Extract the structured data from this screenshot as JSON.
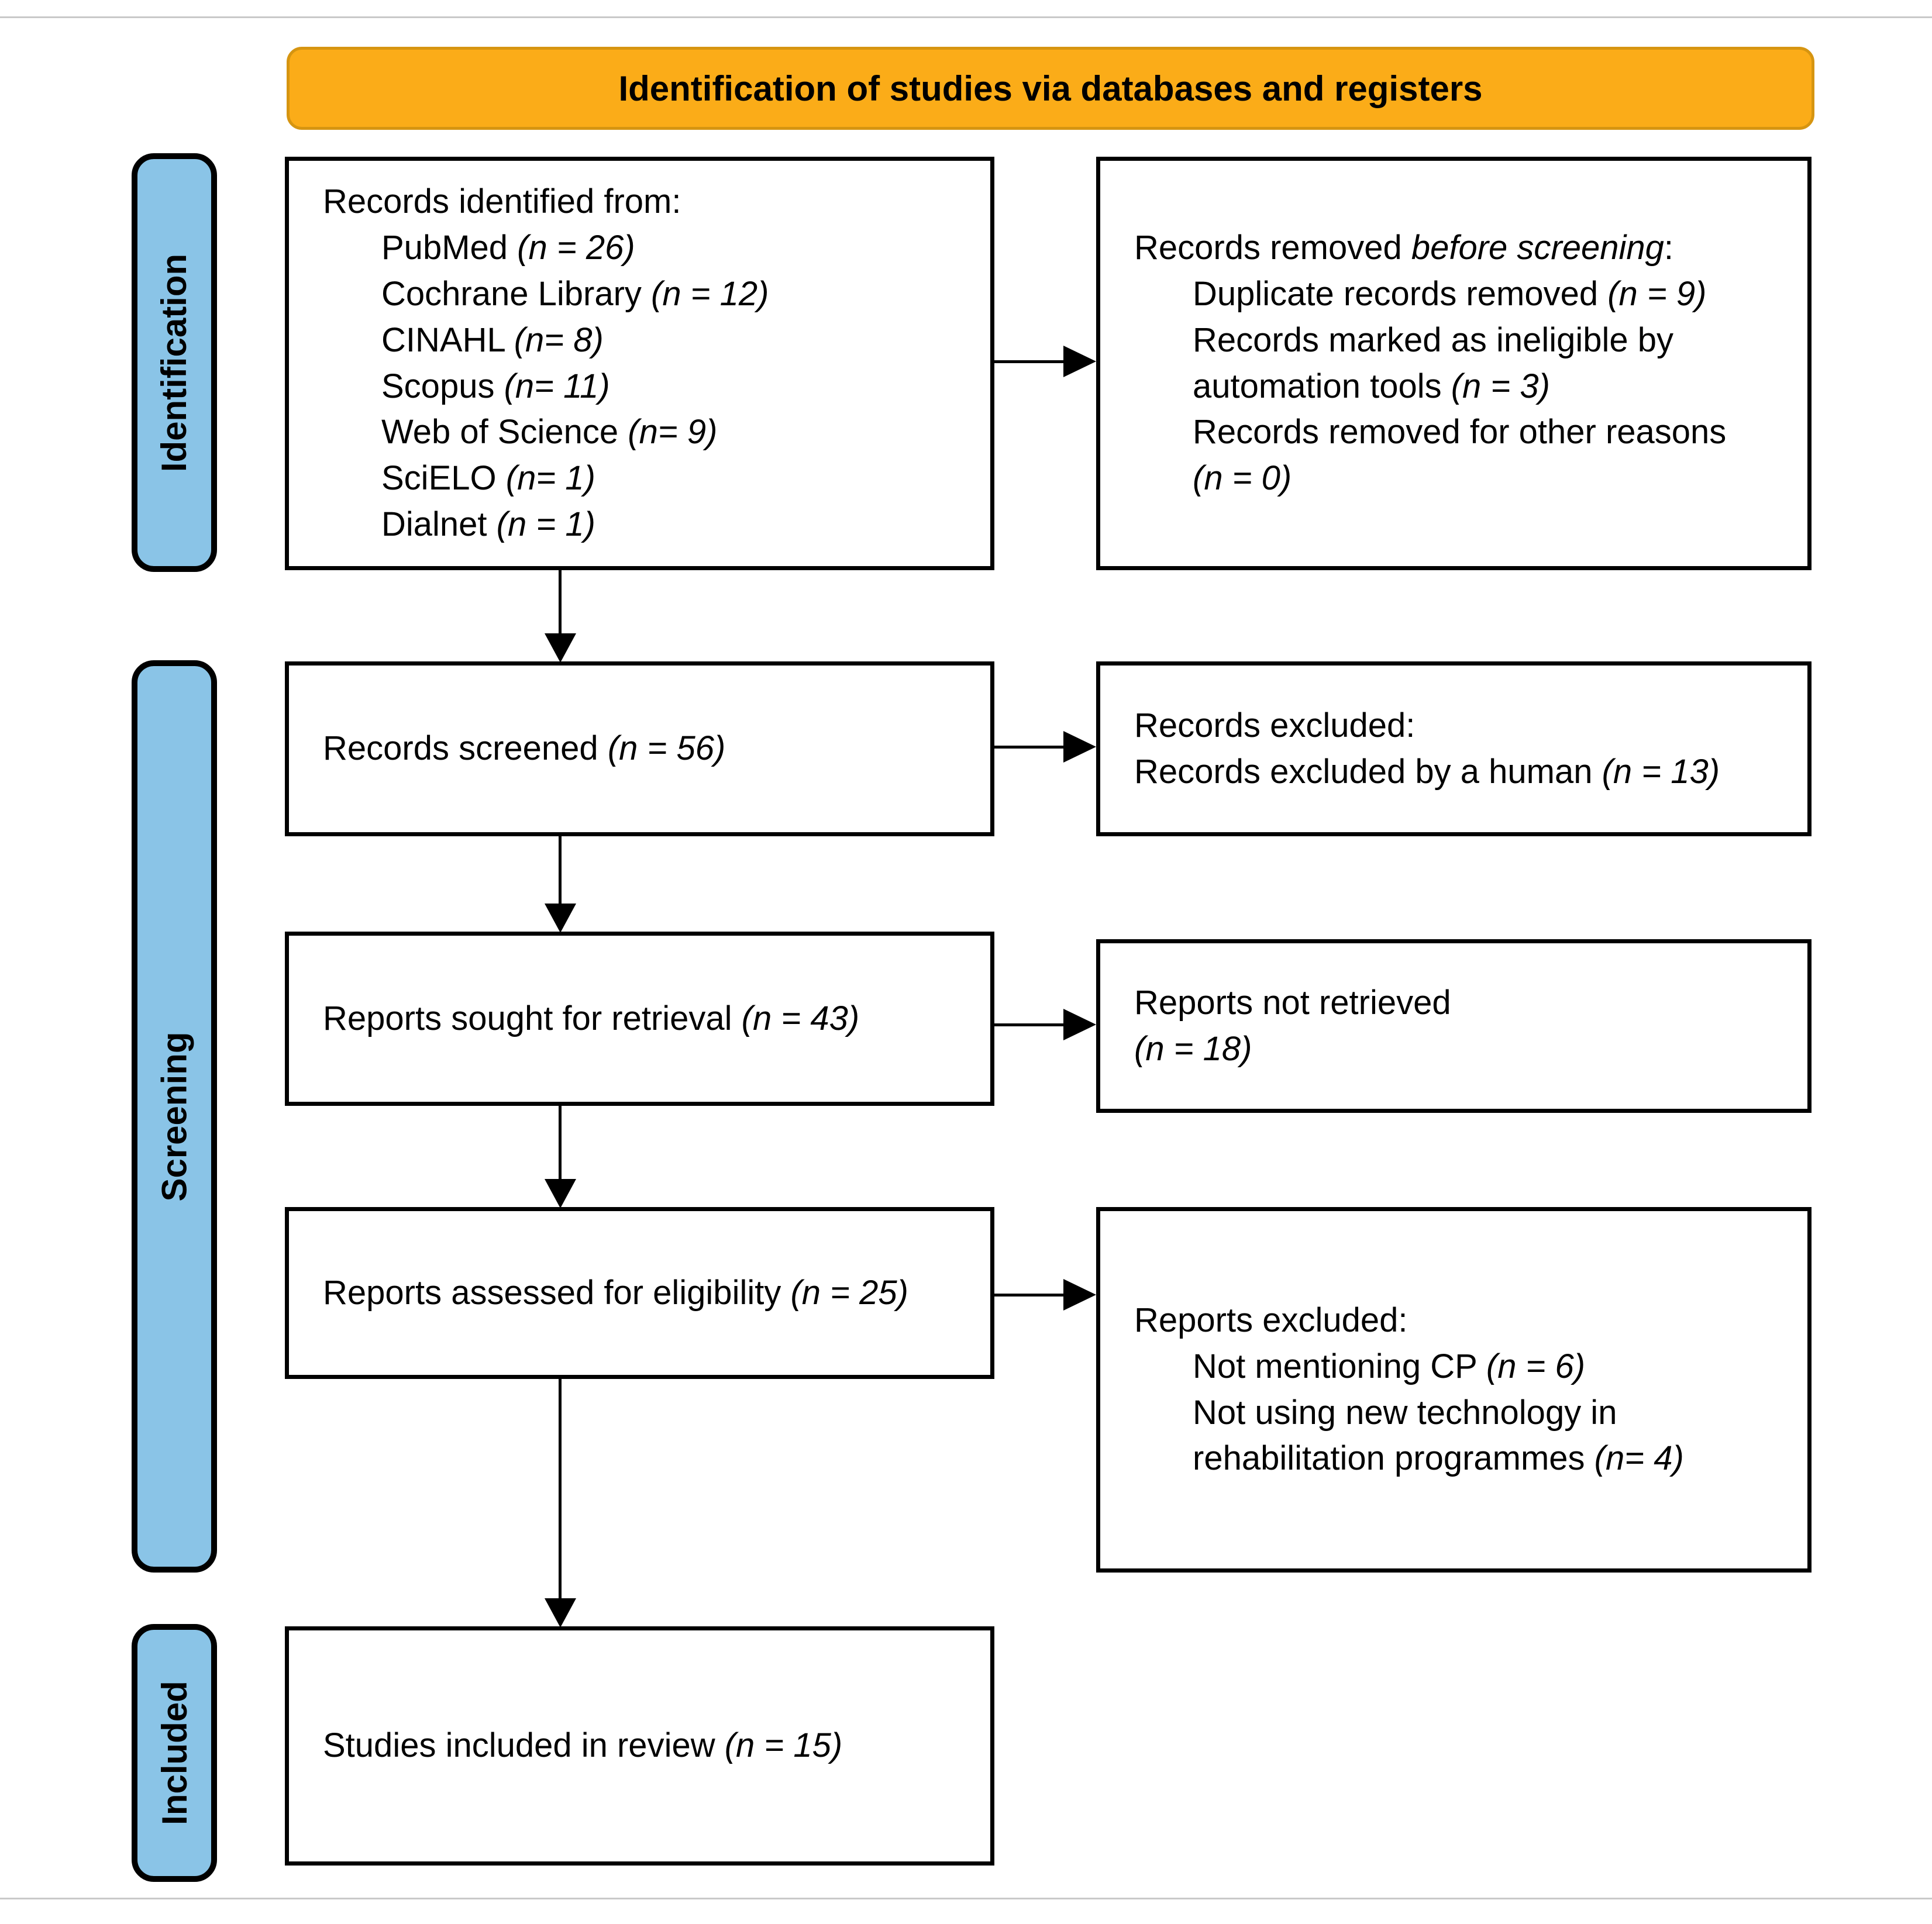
{
  "banner": {
    "title": "Identification of studies via databases and registers"
  },
  "sidebar": {
    "identification": "Identification",
    "screening": "Screening",
    "included": "Included"
  },
  "boxes": {
    "records_identified": {
      "lines": [
        {
          "segments": [
            {
              "t": "Records identified from:"
            }
          ]
        },
        {
          "indent": true,
          "segments": [
            {
              "t": "PubMed "
            },
            {
              "t": "(n = 26)",
              "i": true
            }
          ]
        },
        {
          "indent": true,
          "segments": [
            {
              "t": "Cochrane Library "
            },
            {
              "t": "(n = 12)",
              "i": true
            }
          ]
        },
        {
          "indent": true,
          "segments": [
            {
              "t": "CINAHL "
            },
            {
              "t": "(n= 8)",
              "i": true
            }
          ]
        },
        {
          "indent": true,
          "segments": [
            {
              "t": "Scopus "
            },
            {
              "t": "(n= 11)",
              "i": true
            }
          ]
        },
        {
          "indent": true,
          "segments": [
            {
              "t": "Web of Science "
            },
            {
              "t": "(n= 9)",
              "i": true
            }
          ]
        },
        {
          "indent": true,
          "segments": [
            {
              "t": "SciELO "
            },
            {
              "t": "(n= 1)",
              "i": true
            }
          ]
        },
        {
          "indent": true,
          "segments": [
            {
              "t": "Dialnet "
            },
            {
              "t": "(n = 1)",
              "i": true
            }
          ]
        }
      ]
    },
    "records_removed": {
      "lines": [
        {
          "segments": [
            {
              "t": "Records removed "
            },
            {
              "t": "before screening",
              "i": true
            },
            {
              "t": ":"
            }
          ]
        },
        {
          "indent": true,
          "segments": [
            {
              "t": "Duplicate records removed "
            },
            {
              "t": "(n = 9)",
              "i": true
            }
          ]
        },
        {
          "indent": true,
          "segments": [
            {
              "t": "Records marked as ineligible by"
            }
          ]
        },
        {
          "indent": true,
          "segments": [
            {
              "t": "automation tools "
            },
            {
              "t": "(n = 3)",
              "i": true
            }
          ]
        },
        {
          "indent": true,
          "segments": [
            {
              "t": "Records removed for other reasons"
            }
          ]
        },
        {
          "indent": true,
          "segments": [
            {
              "t": "(n = 0)",
              "i": true
            }
          ]
        }
      ]
    },
    "records_screened": {
      "lines": [
        {
          "segments": [
            {
              "t": "Records screened "
            },
            {
              "t": "(n = 56)",
              "i": true
            }
          ]
        }
      ]
    },
    "records_excluded": {
      "lines": [
        {
          "segments": [
            {
              "t": "Records excluded:"
            }
          ]
        },
        {
          "segments": [
            {
              "t": "Records excluded by a human "
            },
            {
              "t": "(n = 13)",
              "i": true
            }
          ]
        }
      ]
    },
    "reports_sought": {
      "lines": [
        {
          "segments": [
            {
              "t": "Reports sought for retrieval "
            },
            {
              "t": "(n = 43)",
              "i": true
            }
          ]
        }
      ]
    },
    "reports_not_retrieved": {
      "lines": [
        {
          "segments": [
            {
              "t": "Reports not retrieved"
            }
          ]
        },
        {
          "segments": [
            {
              "t": "(n = 18)",
              "i": true
            }
          ]
        }
      ]
    },
    "reports_assessed": {
      "lines": [
        {
          "segments": [
            {
              "t": "Reports assessed for eligibility "
            },
            {
              "t": "(n = 25)",
              "i": true
            }
          ]
        }
      ]
    },
    "reports_excluded": {
      "lines": [
        {
          "segments": [
            {
              "t": "Reports excluded:"
            }
          ]
        },
        {
          "indent": true,
          "segments": [
            {
              "t": "Not mentioning CP "
            },
            {
              "t": "(n = 6)",
              "i": true
            }
          ]
        },
        {
          "indent": true,
          "segments": [
            {
              "t": "Not using new technology in"
            }
          ]
        },
        {
          "indent": true,
          "segments": [
            {
              "t": "rehabilitation programmes "
            },
            {
              "t": "(n= 4)",
              "i": true
            }
          ]
        }
      ]
    },
    "studies_included": {
      "lines": [
        {
          "segments": [
            {
              "t": "Studies included in review "
            },
            {
              "t": "(n = 15)",
              "i": true
            }
          ]
        }
      ]
    }
  },
  "colors": {
    "banner_bg": "#FBAC18",
    "banner_border": "#D69511",
    "sidebar_bg": "#8AC4E7",
    "line_color": "#000000"
  }
}
